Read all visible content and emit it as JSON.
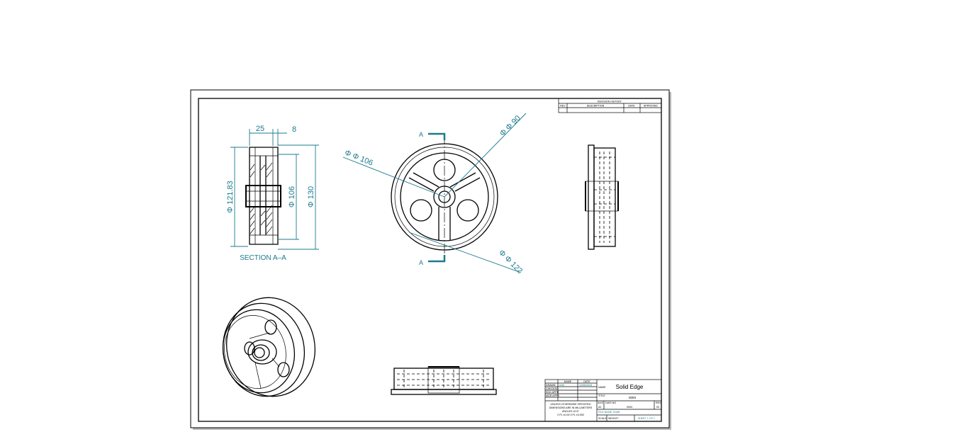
{
  "revision_block": {
    "title": "REVISION HISTORY",
    "headers": [
      "REV",
      "DESCRIPTION",
      "DATE",
      "APPROVED"
    ]
  },
  "section_view": {
    "label": "SECTION A–A",
    "dims": {
      "width_25": "25",
      "width_8": "8",
      "dia_121": "Φ 121.83",
      "dia_106": "Φ 106",
      "dia_130": "Φ 130"
    }
  },
  "front_view": {
    "section_mark": "A",
    "dims": {
      "dia_90": "Φ Φ 90",
      "dia_106": "Φ Φ 106",
      "dia_122": "Φ Φ 122"
    }
  },
  "title_block": {
    "col_headers": [
      "NAME",
      "DATE"
    ],
    "rows": [
      "DRAWN",
      "CHECKED",
      "ENG APPR",
      "MGR APPR"
    ],
    "drawn_name": "emb",
    "drawn_date": "12/05/2018",
    "company_field": "NAME",
    "company": "Solid Edge",
    "title_field": "TITLE",
    "title_value": "0093",
    "notes": [
      "UNLESS OTHERWISE SPECIFIED",
      "DIMENSIONS ARE IN MILLIMETERS",
      "ANGLES ±0.5°",
      "2 PL ±0.00  3 PL ±0.000"
    ],
    "size_label": "SIZE",
    "size_value": "A2",
    "dwg_label": "DWG NO",
    "dwg_value": "0093",
    "rev_label": "REV",
    "rev_value": "00",
    "file_name": "FILE NAME: Draft1",
    "scale_label": "SCALE",
    "weight_label": "WEIGHT",
    "sheet": "SHEET 1 OF 1"
  },
  "colors": {
    "dimension": "#1b7b8c",
    "line": "#000000",
    "paper": "#ffffff"
  }
}
